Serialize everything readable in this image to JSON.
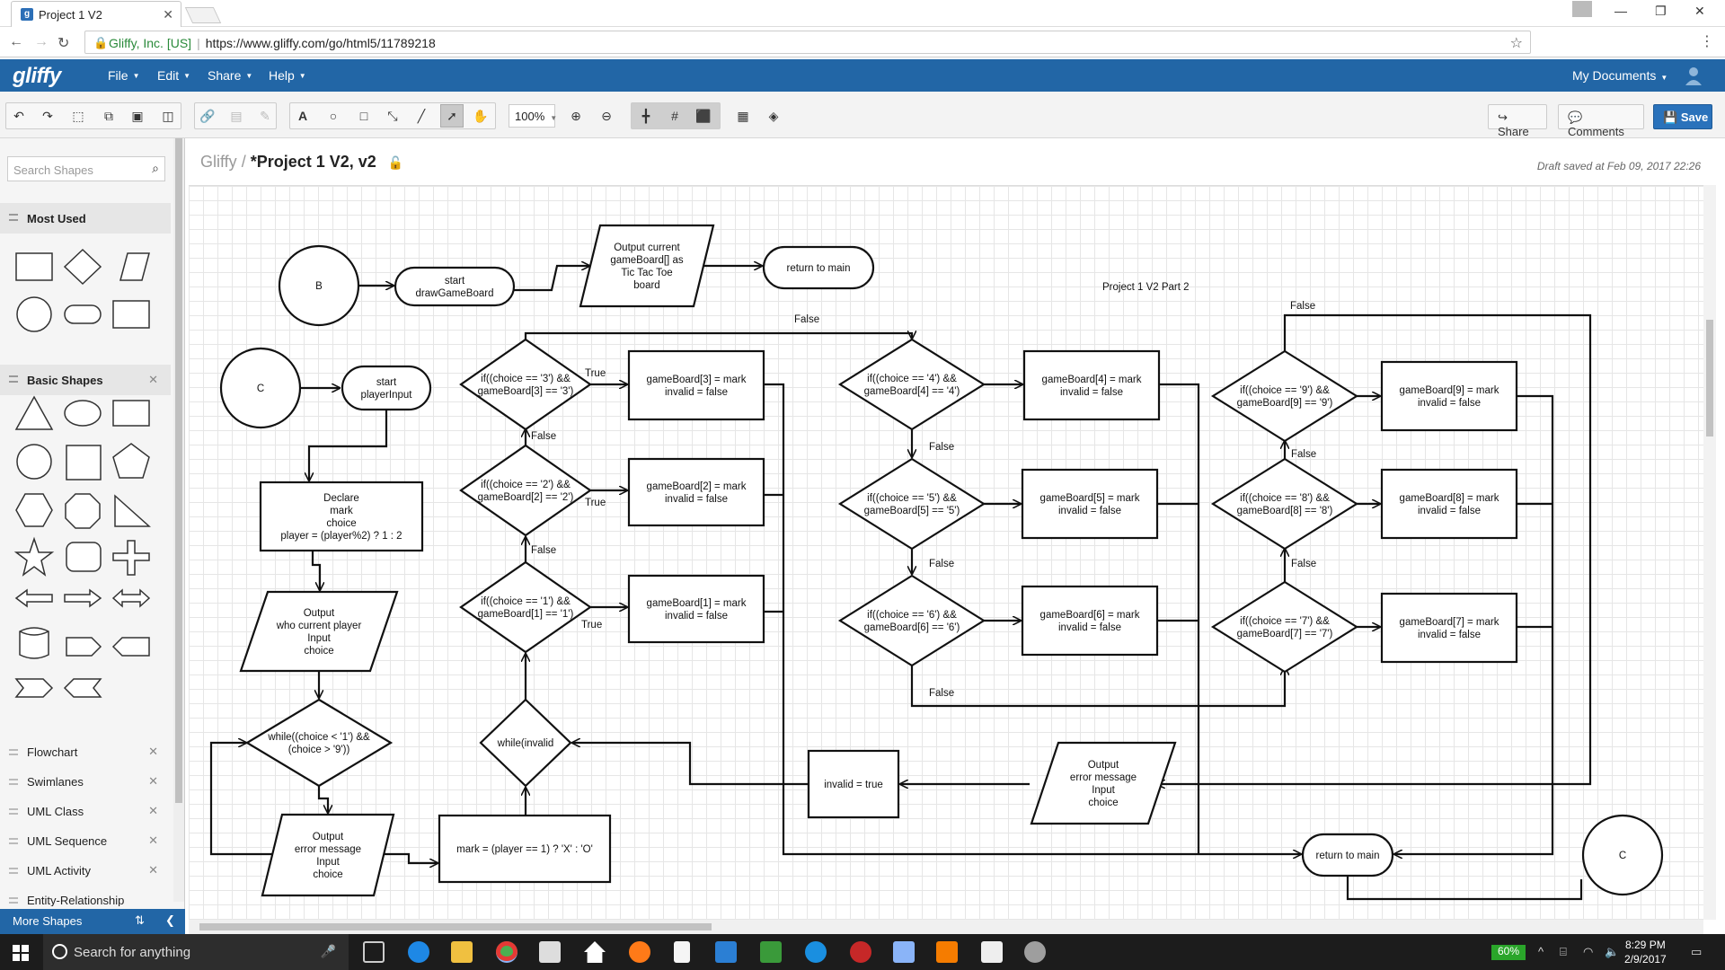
{
  "browser": {
    "tab_title": "Project 1 V2",
    "url_secure_label": "Gliffy, Inc. [US]",
    "url": "https://www.gliffy.com/go/html5/11789218"
  },
  "appbar": {
    "logo": "gliffy",
    "menus": [
      "File",
      "Edit",
      "Share",
      "Help"
    ],
    "my_documents": "My Documents"
  },
  "toolbar": {
    "zoom": "100%",
    "share_label": "Share",
    "comments_label": "Comments",
    "save_label": "Save",
    "text_tool": "A"
  },
  "leftpanel": {
    "search_placeholder": "Search Shapes",
    "sections": [
      "Most Used",
      "Basic Shapes"
    ],
    "libraries": [
      "Flowchart",
      "Swimlanes",
      "UML Class",
      "UML Sequence",
      "UML Activity",
      "Entity-Relationship"
    ],
    "more_shapes": "More Shapes"
  },
  "document": {
    "breadcrumb_root": "Gliffy",
    "breadcrumb_sep": "/",
    "title": "*Project 1 V2, v2",
    "draft_status": "Draft saved at Feb 09, 2017 22:26"
  },
  "diagram": {
    "B": "B",
    "C": "C",
    "C_end": "C",
    "start_draw": [
      "start",
      "drawGameBoard"
    ],
    "output_board": [
      "Output current",
      "gameBoard[] as",
      "Tic Tac Toe",
      "board"
    ],
    "return_main_1": "return to main",
    "diagram_title": "Project 1 V2 Part 2",
    "start_input": [
      "start",
      "playerInput"
    ],
    "declare": [
      "Declare",
      "mark",
      "choice",
      "player = (player%2) ? 1 : 2"
    ],
    "output_who": [
      "Output",
      "who current player",
      "Input",
      "choice"
    ],
    "while_choice": [
      "while((choice < '1') &&",
      "(choice > '9'))"
    ],
    "output_error_left": [
      "Output",
      "error message",
      "Input",
      "choice"
    ],
    "mark_assign": "mark = (player == 1) ? 'X' : 'O'",
    "while_invalid": "while(invalid",
    "invalid_true": "invalid = true",
    "output_error_right": [
      "Output",
      "error message",
      "Input",
      "choice"
    ],
    "return_main_2": "return to main",
    "cond1": [
      "if((choice == '1') &&",
      "gameBoard[1] == '1')"
    ],
    "cond2": [
      "if((choice == '2') &&",
      "gameBoard[2] == '2')"
    ],
    "cond3": [
      "if((choice == '3') &&",
      "gameBoard[3] == '3')"
    ],
    "cond4": [
      "if((choice == '4') &&",
      "gameBoard[4] == '4')"
    ],
    "cond5": [
      "if((choice == '5') &&",
      "gameBoard[5] == '5')"
    ],
    "cond6": [
      "if((choice == '6') &&",
      "gameBoard[6] == '6')"
    ],
    "cond7": [
      "if((choice == '7') &&",
      "gameBoard[7] == '7')"
    ],
    "cond8": [
      "if((choice == '8') &&",
      "gameBoard[8] == '8')"
    ],
    "cond9": [
      "if((choice == '9') &&",
      "gameBoard[9] == '9')"
    ],
    "assign1": [
      "gameBoard[1] = mark",
      "invalid = false"
    ],
    "assign2": [
      "gameBoard[2] = mark",
      "invalid = false"
    ],
    "assign3": [
      "gameBoard[3] = mark",
      "invalid = false"
    ],
    "assign4": [
      "gameBoard[4] = mark",
      "invalid = false"
    ],
    "assign5": [
      "gameBoard[5] = mark",
      "invalid = false"
    ],
    "assign6": [
      "gameBoard[6] = mark",
      "invalid = false"
    ],
    "assign7": [
      "gameBoard[7] = mark",
      "invalid = false"
    ],
    "assign8": [
      "gameBoard[8] = mark",
      "invalid = false"
    ],
    "assign9": [
      "gameBoard[9] = mark",
      "invalid = false"
    ],
    "label_true": "True",
    "label_false": "False"
  },
  "taskbar": {
    "search_placeholder": "Search for anything",
    "battery": "60%",
    "time": "8:29 PM",
    "date": "2/9/2017"
  }
}
